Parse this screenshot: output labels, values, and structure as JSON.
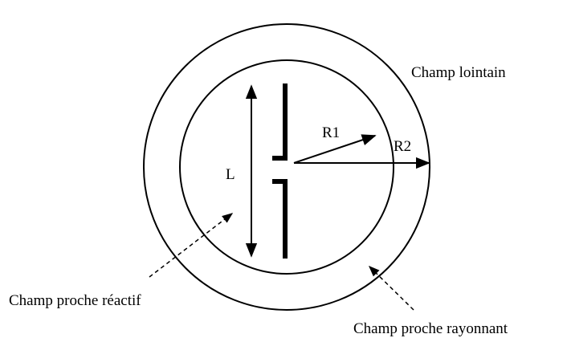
{
  "labels": {
    "far_field": "Champ lointain",
    "reactive_near_field": "Champ proche réactif",
    "radiating_near_field": "Champ proche rayonnant",
    "length": "L",
    "radius_inner": "R1",
    "radius_outer": "R2"
  }
}
